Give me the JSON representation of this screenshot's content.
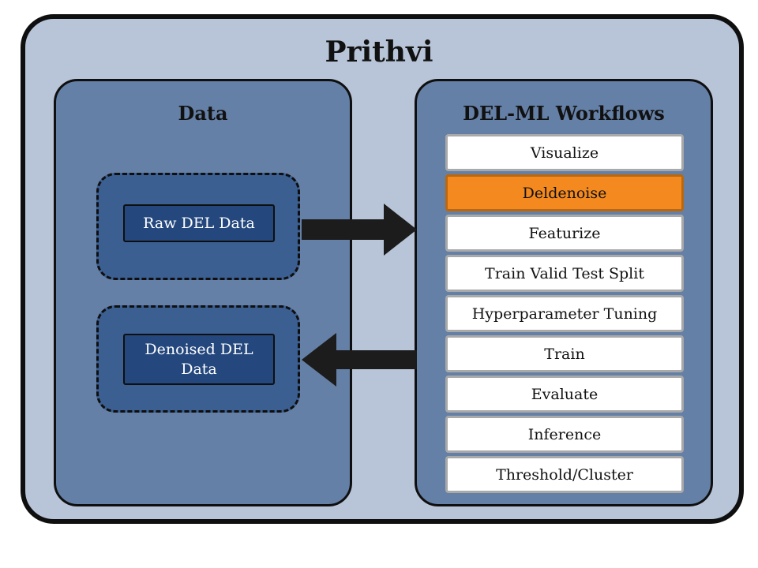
{
  "title": "Prithvi",
  "data_panel": {
    "title": "Data",
    "raw_label": "Raw DEL Data",
    "denoised_label": "Denoised DEL Data"
  },
  "workflows_panel": {
    "title": "DEL-ML Workflows",
    "items": [
      {
        "label": "Visualize",
        "active": false
      },
      {
        "label": "Deldenoise",
        "active": true
      },
      {
        "label": "Featurize",
        "active": false
      },
      {
        "label": "Train Valid Test Split",
        "active": false
      },
      {
        "label": "Hyperparameter Tuning",
        "active": false
      },
      {
        "label": "Train",
        "active": false
      },
      {
        "label": "Evaluate",
        "active": false
      },
      {
        "label": "Inference",
        "active": false
      },
      {
        "label": "Threshold/Cluster",
        "active": false
      }
    ]
  },
  "colors": {
    "outer_background": "#b8c5d8",
    "panel_background": "#6580a6",
    "dashed_group_background": "#3c5f92",
    "data_box_background": "#24487e",
    "active_item": "#f48a1f",
    "arrow": "#1c1c1c"
  }
}
